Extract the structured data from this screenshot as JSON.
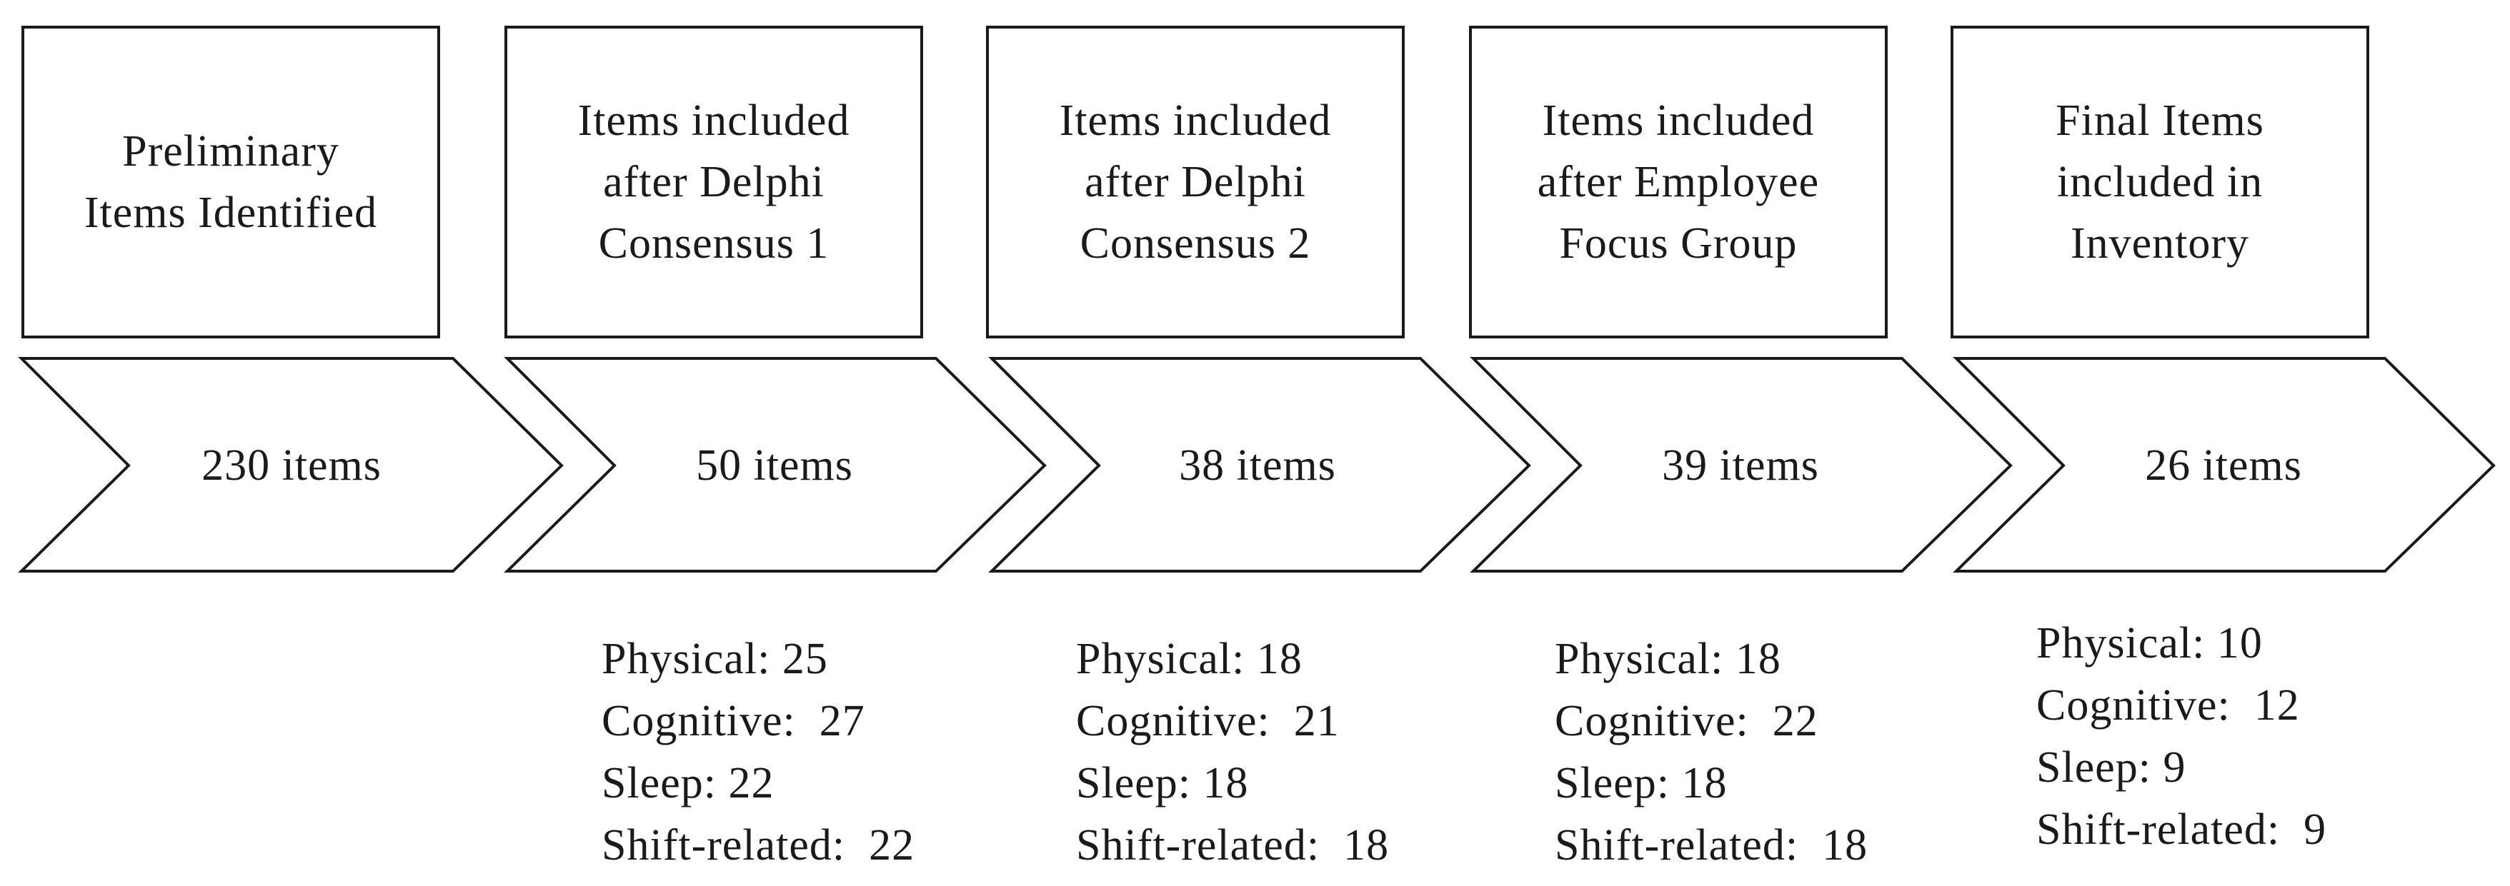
{
  "stages": [
    {
      "box_text": "Preliminary\nItems Identified",
      "count_label": "230 items",
      "breakdown": []
    },
    {
      "box_text": "Items included\nafter Delphi\nConsensus 1",
      "count_label": "50 items",
      "breakdown": [
        {
          "label": "Physical:",
          "value": "25"
        },
        {
          "label": "Cognitive:",
          "value": "27"
        },
        {
          "label": "Sleep:",
          "value": "22"
        },
        {
          "label": "Shift-related:",
          "value": "22"
        }
      ]
    },
    {
      "box_text": "Items included\nafter Delphi\nConsensus 2",
      "count_label": "38 items",
      "breakdown": [
        {
          "label": "Physical:",
          "value": "18"
        },
        {
          "label": "Cognitive:",
          "value": "21"
        },
        {
          "label": "Sleep:",
          "value": "18"
        },
        {
          "label": "Shift-related:",
          "value": "18"
        }
      ]
    },
    {
      "box_text": "Items included\nafter Employee\nFocus Group",
      "count_label": "39 items",
      "breakdown": [
        {
          "label": "Physical:",
          "value": "18"
        },
        {
          "label": "Cognitive:",
          "value": "22"
        },
        {
          "label": "Sleep:",
          "value": "18"
        },
        {
          "label": "Shift-related:",
          "value": "18"
        }
      ]
    },
    {
      "box_text": "Final Items\nincluded in\nInventory",
      "count_label": "26 items",
      "breakdown": [
        {
          "label": "Physical:",
          "value": "10"
        },
        {
          "label": "Cognitive:",
          "value": "12"
        },
        {
          "label": "Sleep:",
          "value": "9"
        },
        {
          "label": "Shift-related:",
          "value": "9"
        }
      ]
    }
  ],
  "colors": {
    "stroke": "#1a1a1a",
    "background": "#ffffff",
    "text": "#1a1a1a"
  }
}
